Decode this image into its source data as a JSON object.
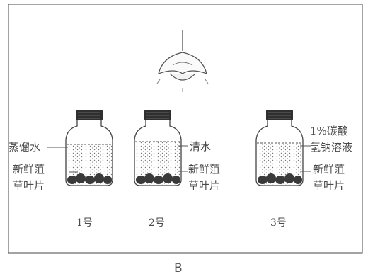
{
  "figure": {
    "caption": "B",
    "lamp_icon": "lamp-icon",
    "jars": [
      {
        "number": "1号",
        "liquid_label": "蒸馏水",
        "leaf_label_line1": "新鲜菹",
        "leaf_label_line2": "草叶片"
      },
      {
        "number": "2号",
        "liquid_label": "清水",
        "leaf_label_line1": "新鲜菹",
        "leaf_label_line2": "草叶片"
      },
      {
        "number": "3号",
        "liquid_label_line1": "1%碳酸",
        "liquid_label_line2": "氢钠溶液",
        "leaf_label_line1": "新鲜菹",
        "leaf_label_line2": "草叶片"
      }
    ],
    "colors": {
      "line": "#444444",
      "cap": "#333333",
      "leaves": "#3a3a3a"
    }
  }
}
